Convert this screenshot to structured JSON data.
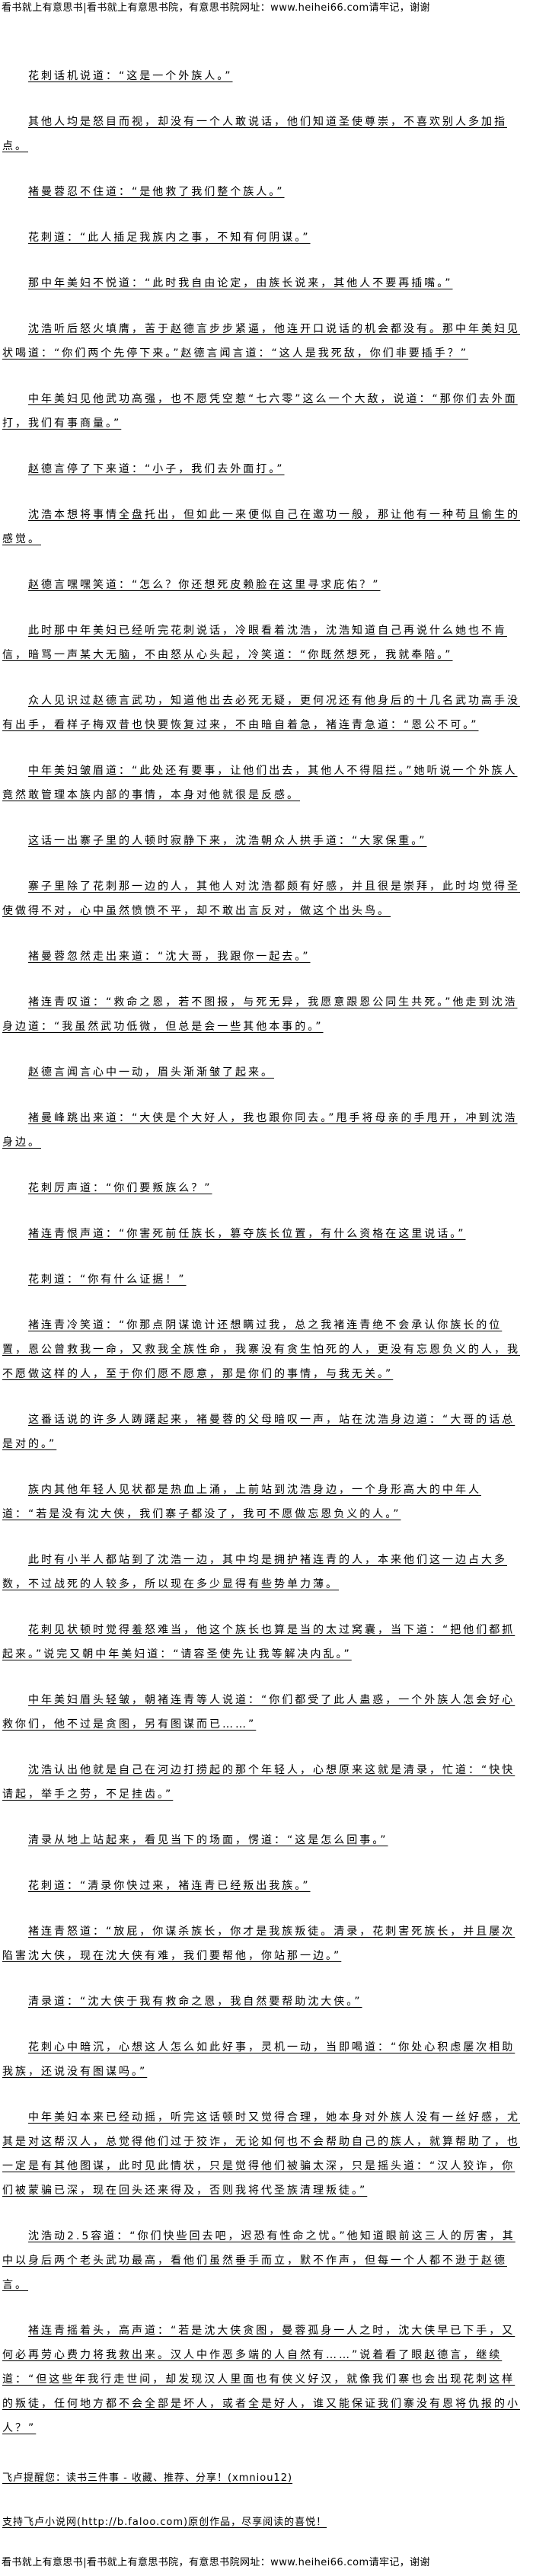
{
  "banner": "看书就上有意思书|看书就上有意思书院，有意思书院网址：www.heihei66.com请牢记，谢谢",
  "paragraphs": [
    "花刺话机说道：“这是一个外族人。”",
    "其他人均是怒目而视，却没有一个人敢说话，他们知道圣使尊崇，不喜欢别人多加指点。",
    "褚曼蓉忍不住道：“是他救了我们整个族人。”",
    "花刺道：“此人插足我族内之事，不知有何阴谋。”",
    "那中年美妇不悦道：“此时我自由论定，由族长说来，其他人不要再插嘴。”",
    "沈浩听后怒火填膺，苦于赵德言步步紧逼，他连开口说话的机会都没有。那中年美妇见状喝道：“你们两个先停下来。”赵德言闻言道：“这人是我死敌，你们非要插手？”",
    "中年美妇见他武功高强，也不愿凭空惹“七六零”这么一个大敌，说道：“那你们去外面打，我们有事商量。”",
    "赵德言停了下来道：“小子，我们去外面打。”",
    "沈浩本想将事情全盘托出，但如此一来便似自己在邀功一般，那让他有一种苟且偷生的感觉。",
    "赵德言嘿嘿笑道：“怎么？你还想死皮赖脸在这里寻求庇佑？”",
    "此时那中年美妇已经听完花刺说话，冷眼看着沈浩，沈浩知道自己再说什么她也不肯信，暗骂一声某大无脑，不由怒从心头起，冷笑道：“你既然想死，我就奉陪。”",
    "众人见识过赵德言武功，知道他出去必死无疑，更何况还有他身后的十几名武功高手没有出手，看样子梅双昔也快要恢复过来，不由暗自着急，褚连青急道：“恩公不可。”",
    "中年美妇皱眉道：“此处还有要事，让他们出去，其他人不得阻拦。”她听说一个外族人竟然敢管理本族内部的事情，本身对他就很是反感。",
    "这话一出寨子里的人顿时寂静下来，沈浩朝众人拱手道：“大家保重。”",
    "寨子里除了花刺那一边的人，其他人对沈浩都颇有好感，并且很是崇拜，此时均觉得圣使做得不对，心中虽然愤愤不平，却不敢出言反对，做这个出头鸟。",
    "褚曼蓉忽然走出来道：“沈大哥，我跟你一起去。”",
    "褚连青叹道：“救命之恩，若不图报，与死无异，我愿意跟恩公同生共死。”他走到沈浩身边道：“我虽然武功低微，但总是会一些其他本事的。”",
    "赵德言闻言心中一动，眉头渐渐皱了起来。",
    "褚曼峰跳出来道：“大侠是个大好人，我也跟你同去。”甩手将母亲的手甩开，冲到沈浩身边。",
    "花刺厉声道：“你们要叛族么？”",
    "褚连青恨声道：“你害死前任族长，篡夺族长位置，有什么资格在这里说话。”",
    "花刺道：“你有什么证据！”",
    "褚连青冷笑道：“你那点阴谋诡计还想瞒过我，总之我褚连青绝不会承认你族长的位置，恩公曾救我一命，又救我全族性命，我寨没有贪生怕死的人，更没有忘恩负义的人，我不愿做这样的人，至于你们愿不愿意，那是你们的事情，与我无关。”",
    "这番话说的许多人踌躇起来，褚曼蓉的父母暗叹一声，站在沈浩身边道：“大哥的话总是对的。”",
    "族内其他年轻人见状都是热血上涌，上前站到沈浩身边，一个身形高大的中年人道：“若是没有沈大侠，我们寨子都没了，我可不愿做忘恩负义的人。”",
    "此时有小半人都站到了沈浩一边，其中均是拥护褚连青的人，本来他们这一边占大多数，不过战死的人较多，所以现在多少显得有些势单力薄。",
    "花刺见状顿时觉得羞怒难当，他这个族长也算是当的太过窝囊，当下道：“把他们都抓起来。”说完又朝中年美妇道：“请容圣使先让我等解决内乱。”",
    "中年美妇眉头轻皱，朝褚连青等人说道：“你们都受了此人蛊惑，一个外族人怎会好心救你们，他不过是贪图，另有图谋而已……”",
    "沈浩认出他就是自己在河边打捞起的那个年轻人，心想原来这就是清录，忙道：“快快请起，举手之劳，不足挂齿。”",
    "清录从地上站起来，看见当下的场面，愣道：“这是怎么回事。”",
    "花刺道：“清录你快过来，褚连青已经叛出我族。”",
    "褚连青怒道：“放屁，你谋杀族长，你才是我族叛徒。清录，花刺害死族长，并且屡次陷害沈大侠，现在沈大侠有难，我们要帮他，你站那一边。”",
    "清录道：“沈大侠于我有救命之恩，我自然要帮助沈大侠。”",
    "花刺心中暗沉，心想这人怎么如此好事，灵机一动，当即喝道：“你处心积虑屡次相助我族，还说没有图谋吗。”",
    "中年美妇本来已经动摇，听完这话顿时又觉得合理，她本身对外族人没有一丝好感，尤其是对这帮汉人，总觉得他们过于狡诈，无论如何也不会帮助自己的族人，就算帮助了，也一定是有其他图谋，此时见此情状，只是觉得他们被骗太深，只是摇头道：“汉人狡诈，你们被蒙骗已深，现在回头还来得及，否则我将代圣族清理叛徒。”",
    "沈浩动2.5容道：“你们快些回去吧，迟恐有性命之忧。”他知道眼前这三人的厉害，其中以身后两个老头武功最高，看他们虽然垂手而立，默不作声，但每一个人都不逊于赵德言。",
    "褚连青摇着头，高声道：“若是沈大侠贪图，曼蓉孤身一人之时，沈大侠早已下手，又何必再劳心费力将我救出来。汉人中作恶多端的人自然有……”说着看了眼赵德言，继续道：“但这些年我行走世间，却发现汉人里面也有侠义好汉，就像我们寨也会出现花刺这样的叛徒，任何地方都不会全部是坏人，或者全是好人，谁又能保证我们寨没有恩将仇报的小人？”"
  ],
  "footer": {
    "reminder": "飞卢提醒您：读书三件事 - 收藏、推荐、分享！(xmniou12)",
    "support": "支持飞卢小说网(http://b.faloo.com)原创作品，尽享阅读的喜悦！"
  }
}
